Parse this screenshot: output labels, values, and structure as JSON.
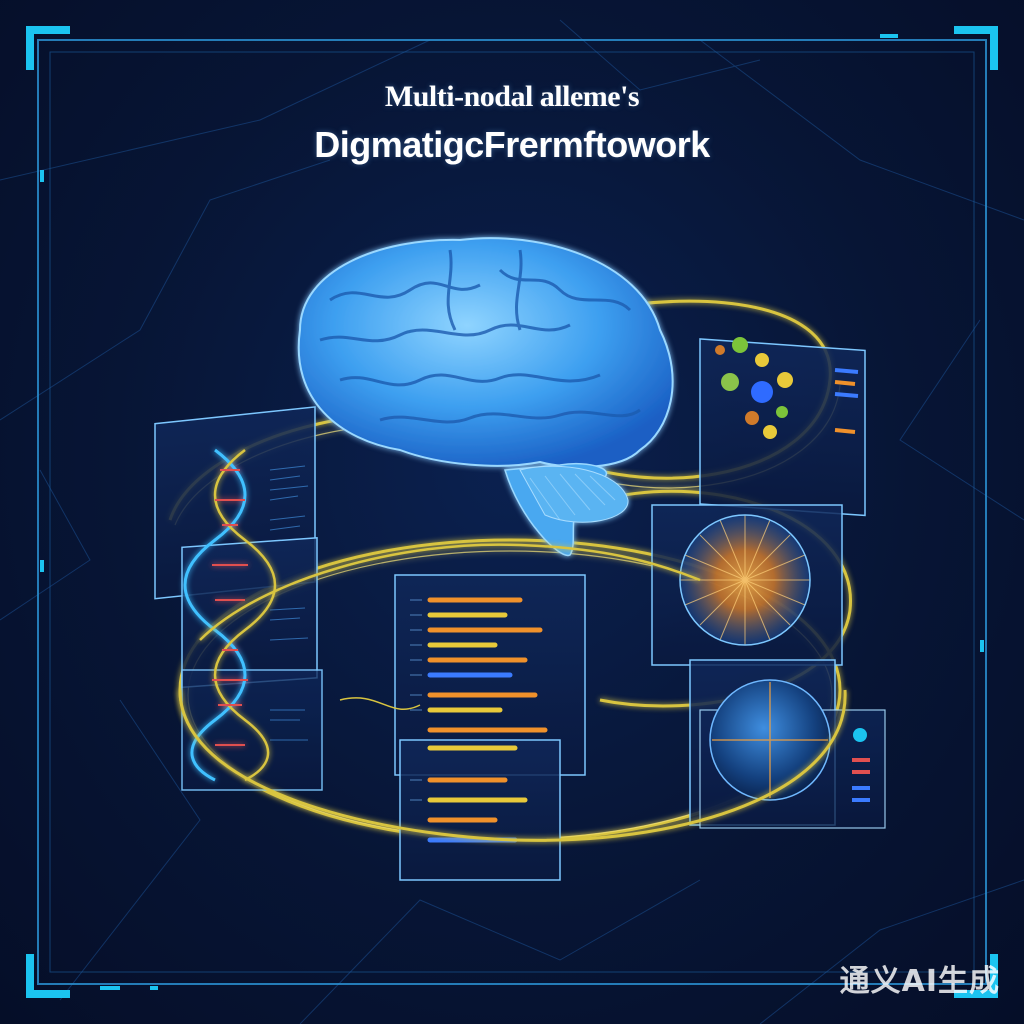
{
  "header": {
    "title_line_1": "Multi-nodal alleme's",
    "title_line_2": "DigmatigcFrermftowork"
  },
  "watermark": {
    "text": "通义AI生成"
  },
  "colors": {
    "background": "#061233",
    "frame": "#1bc4f0",
    "brain": "#3fa6f0",
    "ring": "#d8c440",
    "panel_border": "#7dc7ff",
    "bar_orange": "#f0912b",
    "bar_yellow": "#e8c93a",
    "bar_blue": "#3b7bff"
  },
  "icons": {
    "brain": "brain-icon",
    "dna": "dna-helix-icon",
    "radial": "radial-burst-icon",
    "globe": "sphere-icon"
  }
}
